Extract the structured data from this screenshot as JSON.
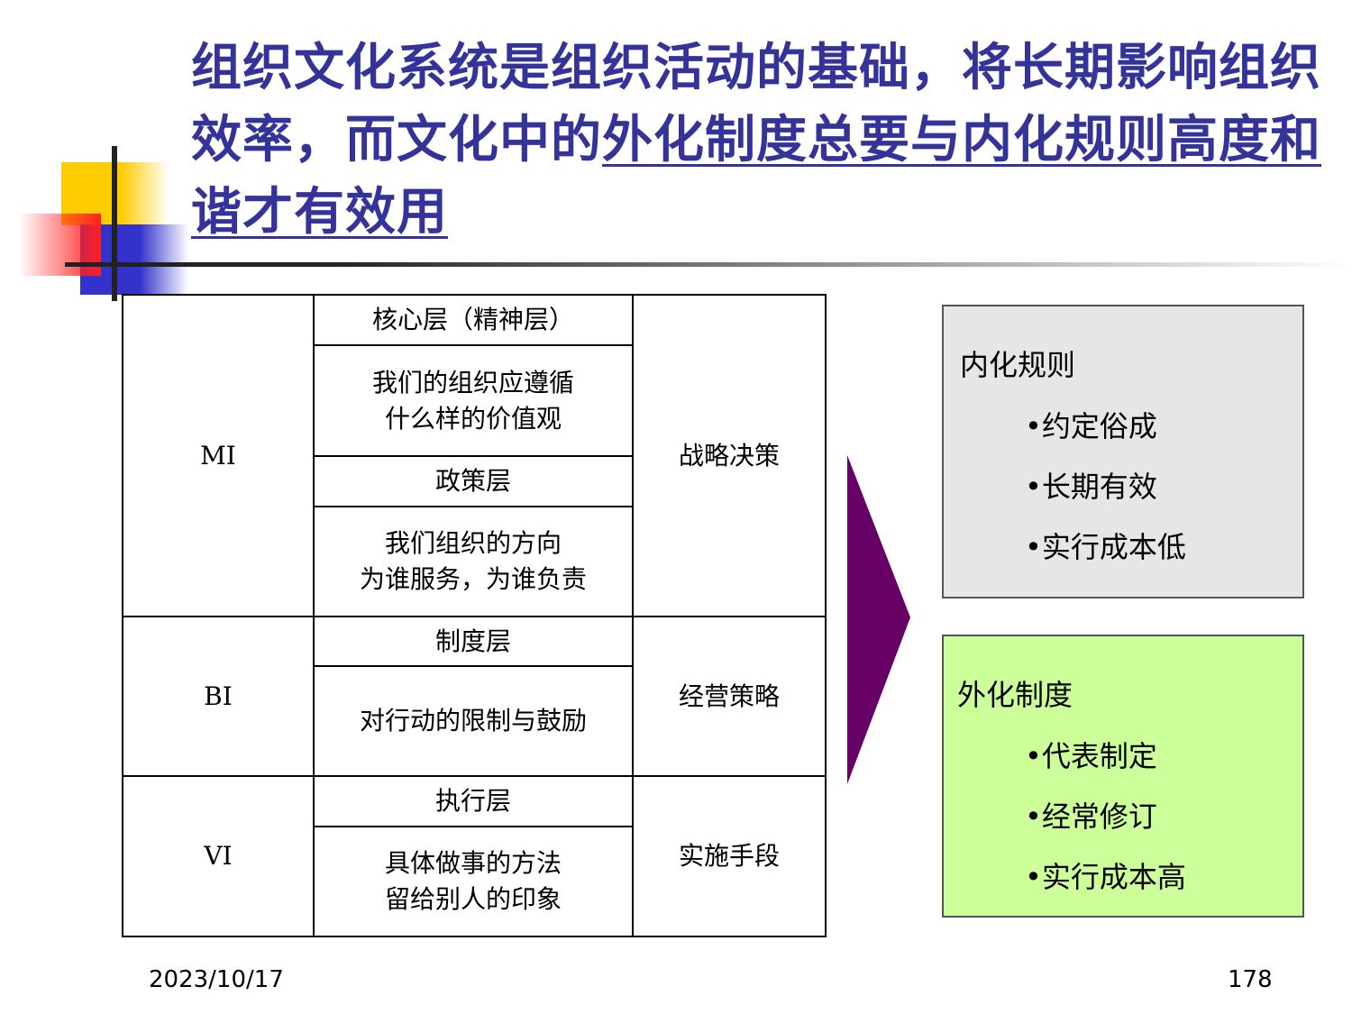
{
  "title": {
    "part1": "组织文化系统是组织活动的基础，将长期影响组织效率，而文化中的",
    "part2": "外化制度总要与内化规则高度和谐才有效用"
  },
  "table": {
    "groups": [
      {
        "label": "MI",
        "side": "战略决策",
        "rows": [
          "核心层（精神层）",
          "我们的组织应遵循\n什么样的价值观",
          "政策层",
          "我们组织的方向\n为谁服务，为谁负责"
        ]
      },
      {
        "label": "BI",
        "side": "经营策略",
        "rows": [
          "制度层",
          "对行动的限制与鼓励"
        ]
      },
      {
        "label": "VI",
        "side": "实施手段",
        "rows": [
          "执行层",
          "具体做事的方法\n留给别人的印象"
        ]
      }
    ]
  },
  "arrow_color": "#660066",
  "internal": {
    "title": "内化规则",
    "items": [
      "•约定俗成",
      "•长期有效",
      "•实行成本低"
    ],
    "color": "#e6e6e6"
  },
  "external": {
    "title": "外化制度",
    "items": [
      "•代表制定",
      "•经常修订",
      "•实行成本高"
    ],
    "color": "#ccff99"
  },
  "footer": {
    "date": "2023/10/17",
    "page": "178"
  }
}
